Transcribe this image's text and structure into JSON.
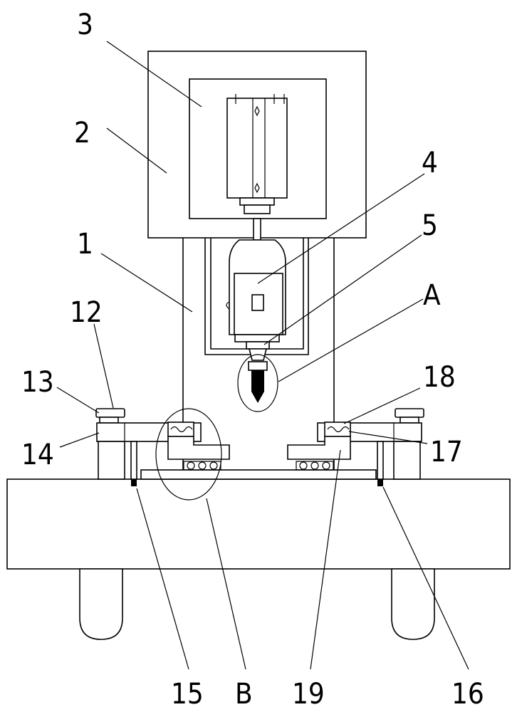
{
  "labels": {
    "l1": "1",
    "l2": "2",
    "l3": "3",
    "l4": "4",
    "l5": "5",
    "lA": "A",
    "l12": "12",
    "l13": "13",
    "l14": "14",
    "l18": "18",
    "l17": "17",
    "l15": "15",
    "lB": "B",
    "l19": "19",
    "l16": "16"
  },
  "colors": {
    "line": "#000000",
    "background": "#ffffff"
  }
}
